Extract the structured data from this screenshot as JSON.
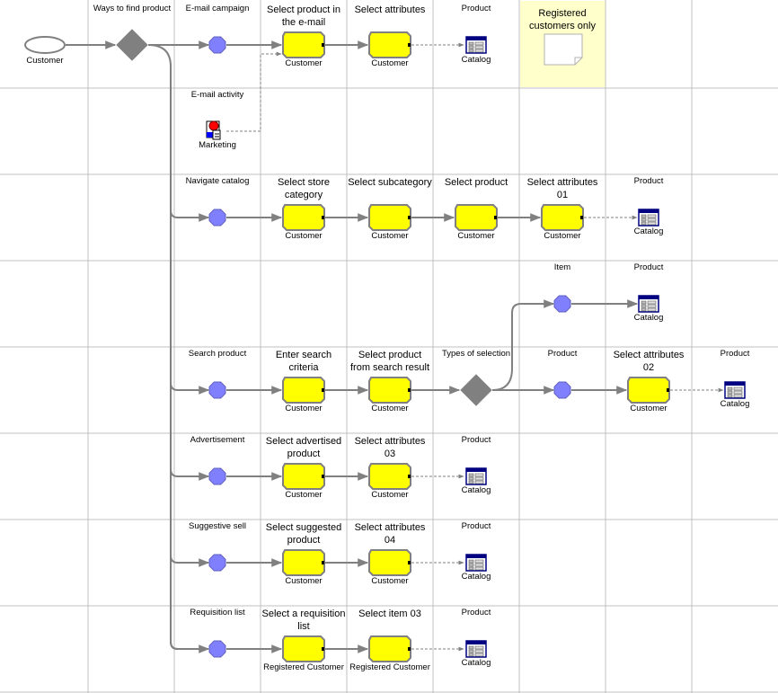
{
  "cells": [
    {
      "text": "Ways to find product"
    },
    {
      "text": "E-mail campaign"
    },
    {
      "text": "Select product in the e-mail"
    },
    {
      "text": "Select attributes"
    },
    {
      "text": "Product"
    },
    {
      "text": "Registered customers only"
    },
    {
      "text": "E-mail activity"
    },
    {
      "text": "Navigate catalog"
    },
    {
      "text": "Select store category"
    },
    {
      "text": "Select subcategory"
    },
    {
      "text": "Select product"
    },
    {
      "text": "Select attributes 01"
    },
    {
      "text": "Product"
    },
    {
      "text": "Item"
    },
    {
      "text": "Product"
    },
    {
      "text": "Search product"
    },
    {
      "text": "Enter search criteria"
    },
    {
      "text": "Select product from search result"
    },
    {
      "text": "Types of selection"
    },
    {
      "text": "Product"
    },
    {
      "text": "Select attributes 02"
    },
    {
      "text": "Product"
    },
    {
      "text": "Advertisement"
    },
    {
      "text": "Select advertised product"
    },
    {
      "text": "Select attributes 03"
    },
    {
      "text": "Product"
    },
    {
      "text": "Suggestive sell"
    },
    {
      "text": "Select suggested product"
    },
    {
      "text": "Select attributes 04"
    },
    {
      "text": "Product"
    },
    {
      "text": "Requisition list"
    },
    {
      "text": "Select a requisition list"
    },
    {
      "text": "Select item 03"
    },
    {
      "text": "Product"
    }
  ],
  "node_labels": [
    {
      "text": "Customer"
    },
    {
      "text": "Customer"
    },
    {
      "text": "Customer"
    },
    {
      "text": "Catalog"
    },
    {
      "text": "Marketing"
    },
    {
      "text": "Customer"
    },
    {
      "text": "Customer"
    },
    {
      "text": "Customer"
    },
    {
      "text": "Customer"
    },
    {
      "text": "Catalog"
    },
    {
      "text": "Catalog"
    },
    {
      "text": "Customer"
    },
    {
      "text": "Customer"
    },
    {
      "text": "Customer"
    },
    {
      "text": "Catalog"
    },
    {
      "text": "Customer"
    },
    {
      "text": "Customer"
    },
    {
      "text": "Catalog"
    },
    {
      "text": "Customer"
    },
    {
      "text": "Customer"
    },
    {
      "text": "Catalog"
    },
    {
      "text": "Registered Customer"
    },
    {
      "text": "Registered Customer"
    },
    {
      "text": "Catalog"
    }
  ],
  "colors": {
    "grid": "#c0c0c0",
    "activity_fill": "#ffff00",
    "activity_stroke": "#808080",
    "decision_fill": "#808080",
    "event_fill": "#8080ff",
    "note_background": "#ffffcc",
    "connector": "#808080"
  },
  "icons": [
    "start-oval-icon",
    "decision-diamond-icon",
    "event-octagon-icon",
    "activity-box-icon",
    "catalog-data-icon",
    "marketing-icon",
    "note-page-icon"
  ]
}
